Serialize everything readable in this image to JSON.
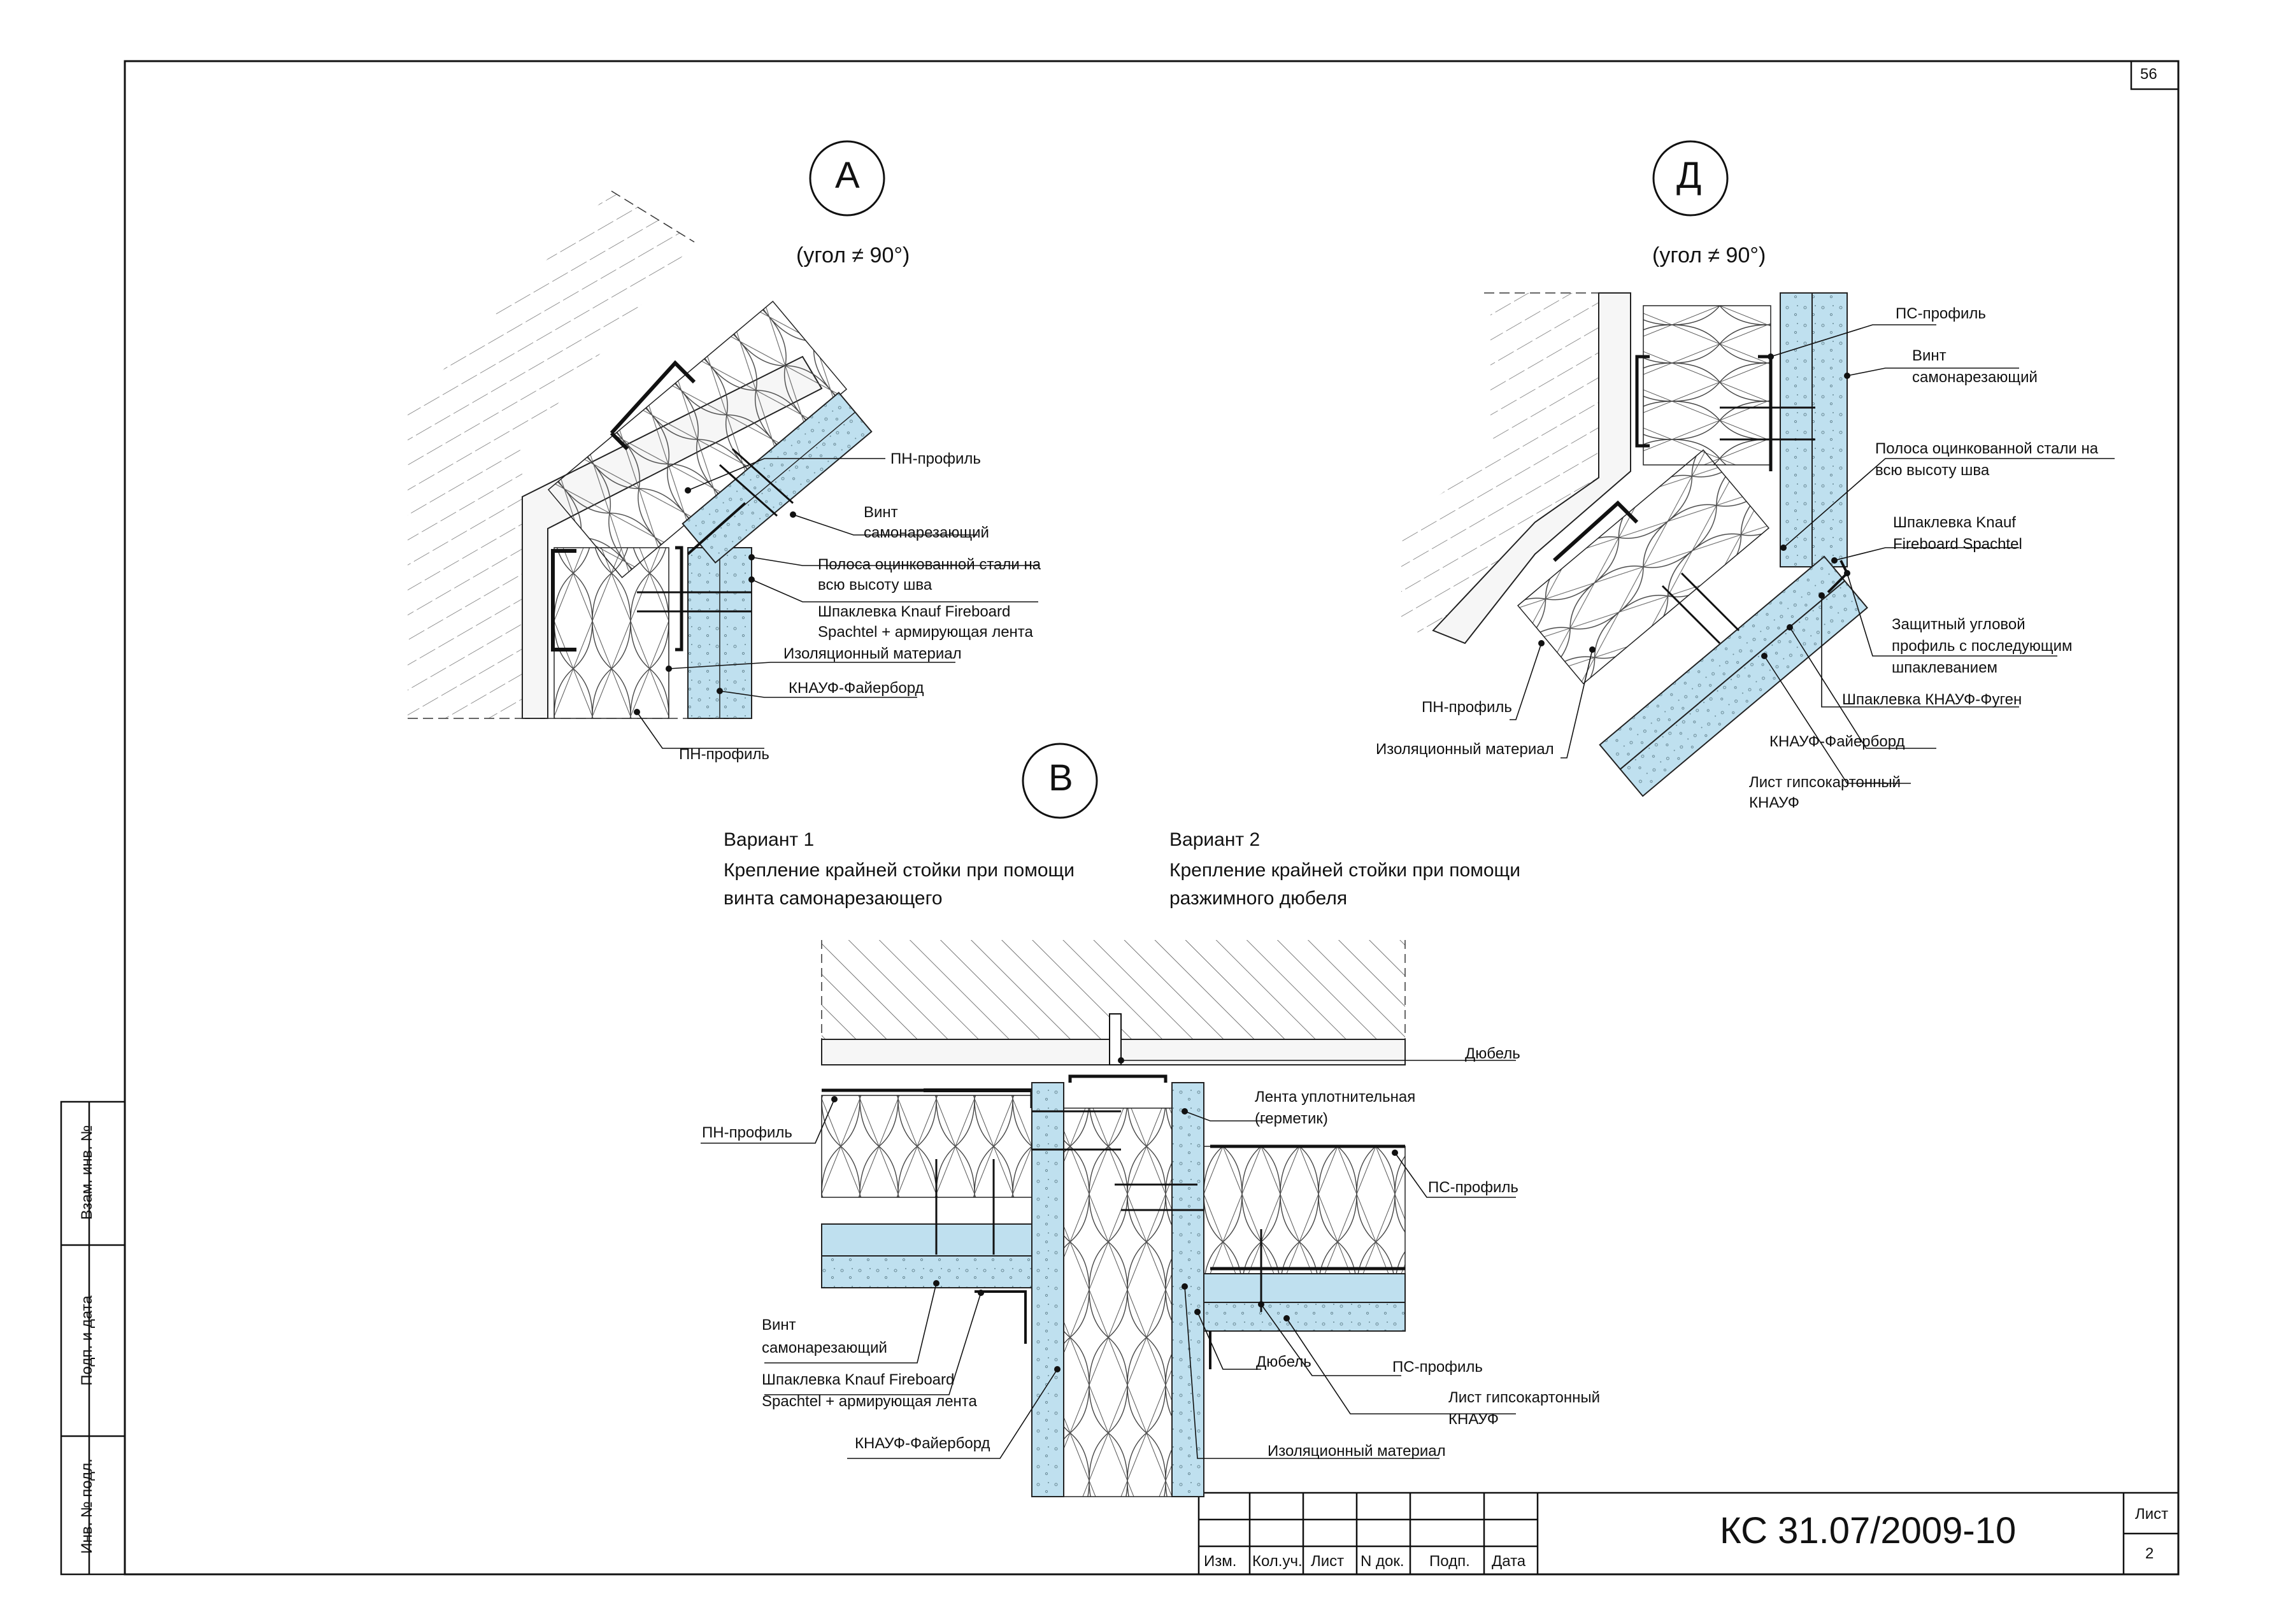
{
  "page_number": "56",
  "sections": {
    "A": {
      "letter": "А",
      "angle_note": "(угол ≠ 90°)",
      "labels": {
        "pn_top": "ПН-профиль",
        "screw1": "Винт",
        "screw2": "самонарезающий",
        "strip1": "Полоса оцинкованной стали на",
        "strip2": "всю высоту шва",
        "putty1": "Шпаклевка Knauf Fireboard",
        "putty2": "Spachtel + армирующая лента",
        "insul": "Изоляционный материал",
        "board": "КНАУФ-Файерборд",
        "pn_bottom": "ПН-профиль"
      }
    },
    "D": {
      "letter": "Д",
      "angle_note": "(угол ≠ 90°)",
      "labels": {
        "ps": "ПС-профиль",
        "screw1": "Винт",
        "screw2": "самонарезающий",
        "strip1": "Полоса оцинкованной стали на",
        "strip2": "всю высоту шва",
        "putty1": "Шпаклевка Knauf",
        "putty2": "Fireboard Spachtel",
        "corner1": "Защитный угловой",
        "corner2": "профиль с последующим",
        "corner3": "шпаклеванием",
        "fugen": "Шпаклевка КНАУФ-Фуген",
        "board": "КНАУФ-Файерборд",
        "gkl1": "Лист гипсокартонный",
        "gkl2": "КНАУФ",
        "pn": "ПН-профиль",
        "insul": "Изоляционный материал"
      }
    },
    "V": {
      "letter": "В",
      "variant1_title": "Вариант 1",
      "variant1_desc1": "Крепление крайней стойки при помощи",
      "variant1_desc2": "винта самонарезающего",
      "variant2_title": "Вариант 2",
      "variant2_desc1": "Крепление крайней стойки при помощи",
      "variant2_desc2": "разжимного дюбеля",
      "labels": {
        "dowel_top": "Дюбель",
        "tape1": "Лента уплотнительная",
        "tape2": "(герметик)",
        "pn": "ПН-профиль",
        "ps_right": "ПС-профиль",
        "screw1": "Винт",
        "screw2": "самонарезающий",
        "putty1": "Шпаклевка Knauf Fireboard",
        "putty2": "Spachtel + армирующая лента",
        "board": "КНАУФ-Файерборд",
        "dowel_bottom": "Дюбель",
        "ps_bottom": "ПС-профиль",
        "gkl1": "Лист гипсокартонный",
        "gkl2": "КНАУФ",
        "insul": "Изоляционный материал"
      }
    }
  },
  "side_stamp": {
    "vzam": "Взам. инв. №",
    "podp": "Подп. и дата",
    "inv": "Инв. № подл."
  },
  "title_block": {
    "code": "КС 31.07/2009-10",
    "sheet_label": "Лист",
    "sheet_number": "2",
    "columns": [
      "Изм.",
      "Кол.уч.",
      "Лист",
      "N док.",
      "Подп.",
      "Дата"
    ]
  },
  "colors": {
    "board": "#bfe0ef",
    "line": "#111111"
  }
}
